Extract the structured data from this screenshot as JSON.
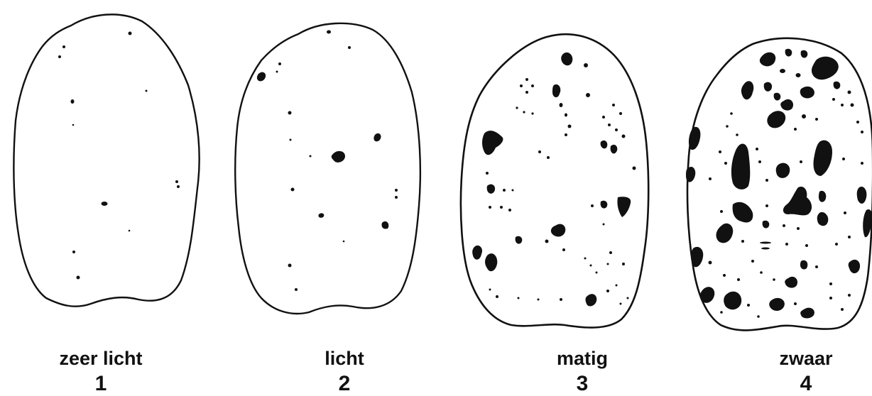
{
  "eggs": [
    {
      "label": "zeer licht",
      "level": "1"
    },
    {
      "label": "licht",
      "level": "2"
    },
    {
      "label": "matig",
      "level": "3"
    },
    {
      "label": "zwaar",
      "level": "4"
    }
  ]
}
